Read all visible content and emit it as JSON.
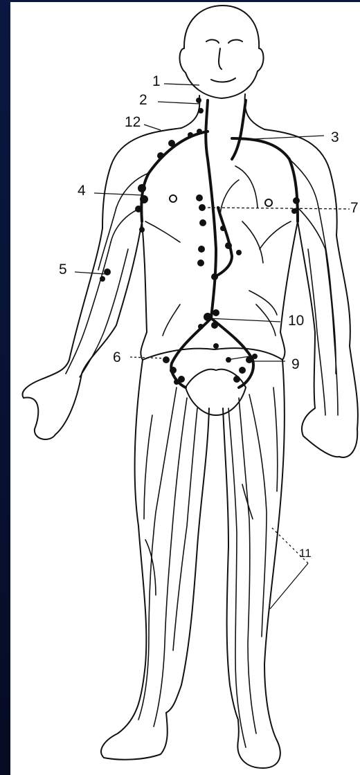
{
  "diagram": {
    "labels": [
      {
        "id": "1",
        "text": "1"
      },
      {
        "id": "2",
        "text": "2"
      },
      {
        "id": "12",
        "text": "12"
      },
      {
        "id": "3",
        "text": "3"
      },
      {
        "id": "4",
        "text": "4"
      },
      {
        "id": "7",
        "text": "7"
      },
      {
        "id": "5",
        "text": "5"
      },
      {
        "id": "10",
        "text": "10"
      },
      {
        "id": "6",
        "text": "6"
      },
      {
        "id": "9",
        "text": "9"
      },
      {
        "id": "11",
        "text": "11"
      }
    ],
    "colors": {
      "background": "#08122e",
      "panel": "#ffffff",
      "ink": "#111111"
    }
  }
}
